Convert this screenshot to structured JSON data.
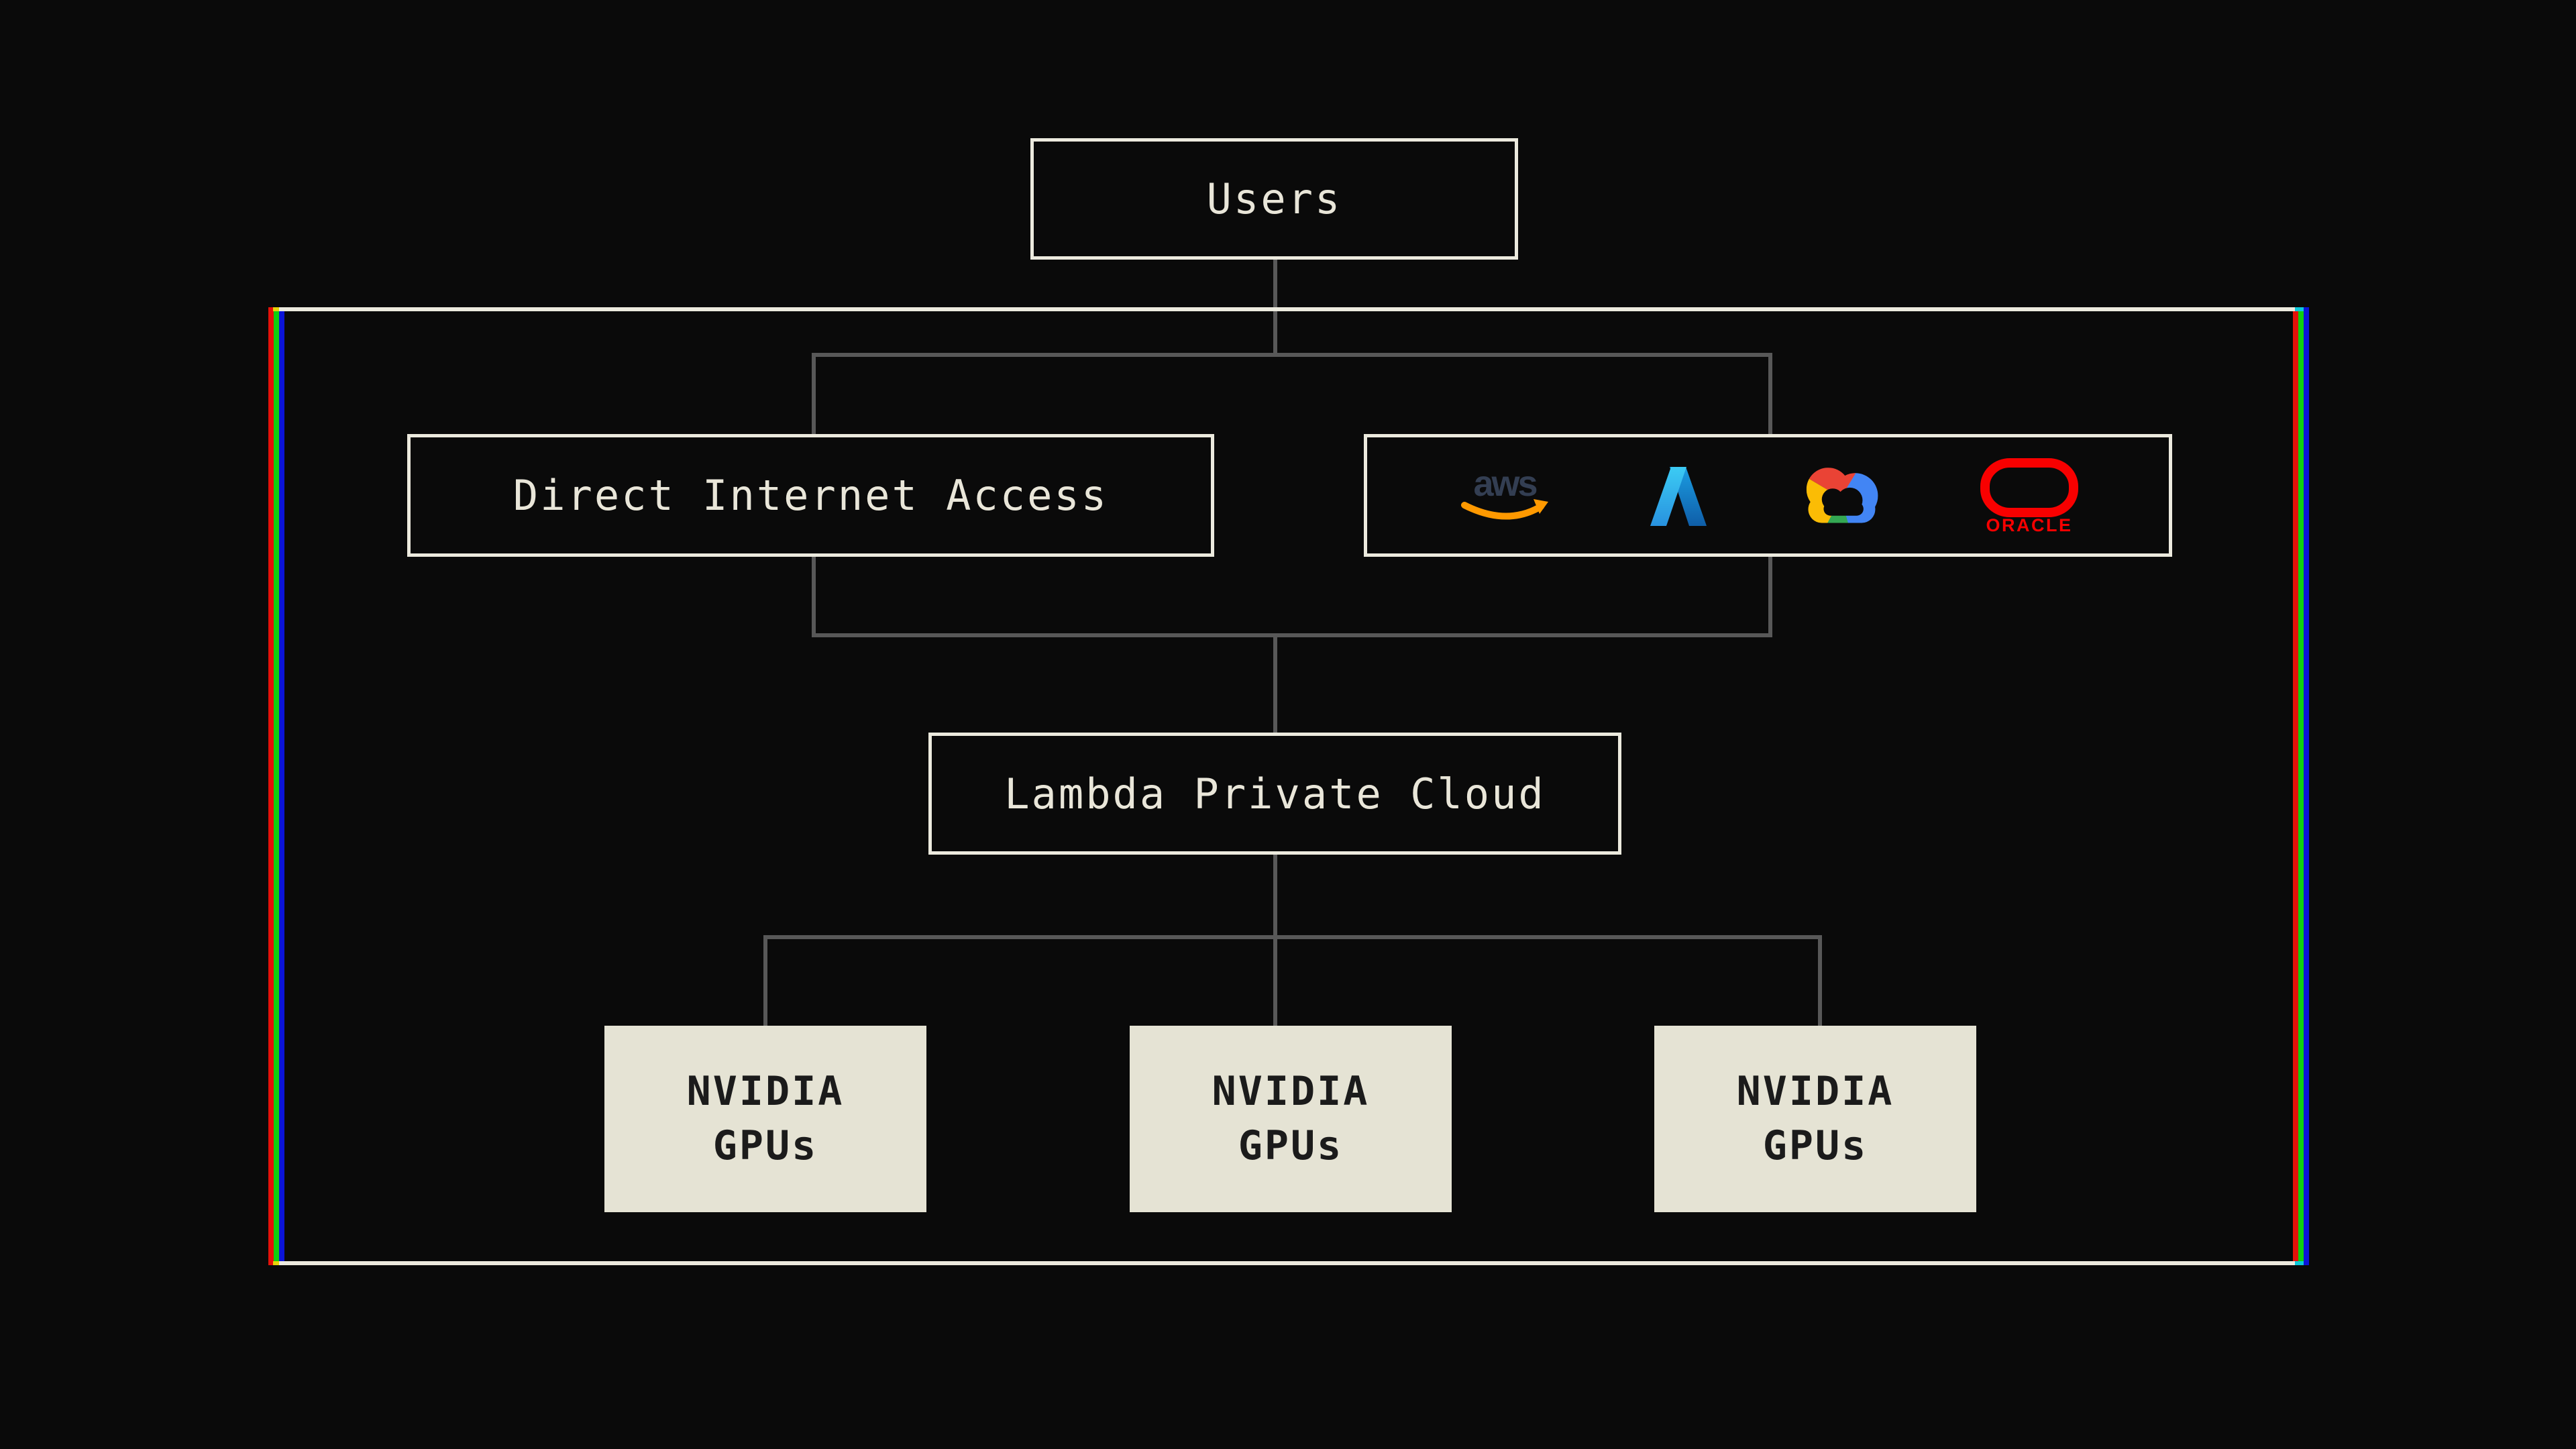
{
  "diagram": {
    "nodes": {
      "users": {
        "label": "Users"
      },
      "direct_internet_access": {
        "label": "Direct Internet Access"
      },
      "lambda_private_cloud": {
        "label": "Lambda Private Cloud"
      },
      "cloud_providers": {
        "logos": [
          {
            "name": "aws-logo",
            "text": "aws"
          },
          {
            "name": "azure-logo"
          },
          {
            "name": "google-cloud-logo"
          },
          {
            "name": "oracle-logo",
            "text": "ORACLE"
          }
        ]
      },
      "gpus": [
        {
          "line1": "NVIDIA",
          "line2": "GPUs"
        },
        {
          "line1": "NVIDIA",
          "line2": "GPUs"
        },
        {
          "line1": "NVIDIA",
          "line2": "GPUs"
        }
      ]
    },
    "colors": {
      "background": "#0a0a0a",
      "box_border_cream": "#eceade",
      "box_text_cream": "#e9e6d9",
      "gpu_box_fill": "#e5e3d4",
      "gpu_box_text": "#1b1b1b",
      "connector_gray": "#585858",
      "frame_red": "#e41109",
      "frame_green": "#0ed00e",
      "frame_blue": "#0b14d8",
      "frame_corner_yellow": "#e6d409",
      "frame_corner_cyan": "#0cc9da",
      "aws_navy": "#333e52",
      "aws_orange": "#ff9900",
      "azure_blue_light": "#3ccbf4",
      "azure_blue_dark": "#0f5ea8",
      "google_red": "#ea4335",
      "google_blue": "#4285f4",
      "google_yellow": "#fbbc05",
      "google_green": "#34a853",
      "oracle_red": "#f80000"
    }
  }
}
